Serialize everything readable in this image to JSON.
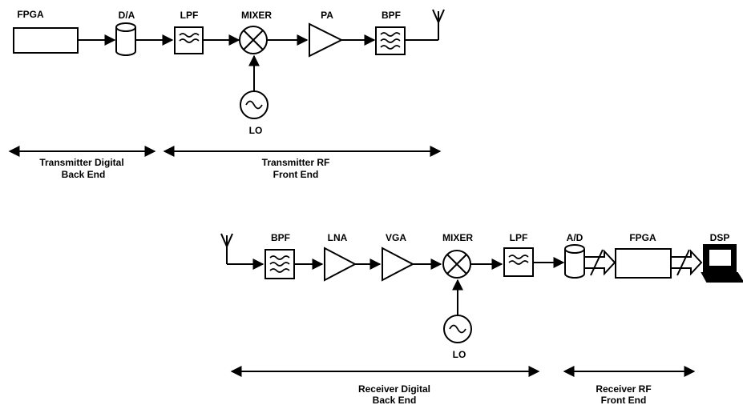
{
  "transmitter": {
    "fpga": "FPGA",
    "da": "D/A",
    "lpf": "LPF",
    "mixer": "MIXER",
    "pa": "PA",
    "bpf": "BPF",
    "lo": "LO",
    "digital_line1": "Transmitter Digital",
    "digital_line2": "Back End",
    "rf_line1": "Transmitter RF",
    "rf_line2": "Front End"
  },
  "receiver": {
    "bpf": "BPF",
    "lna": "LNA",
    "vga": "VGA",
    "mixer": "MIXER",
    "lpf": "LPF",
    "ad": "A/D",
    "fpga": "FPGA",
    "dsp": "DSP",
    "lo": "LO",
    "digital_line1": "Receiver Digital",
    "digital_line2": "Back End",
    "rf_line1": "Receiver RF",
    "rf_line2": "Front End"
  }
}
